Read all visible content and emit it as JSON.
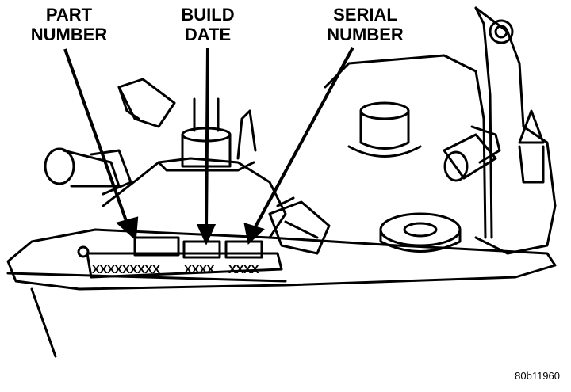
{
  "callouts": {
    "part_number": {
      "line1": "PART",
      "line2": "NUMBER"
    },
    "build_date": {
      "line1": "BUILD",
      "line2": "DATE"
    },
    "serial_number": {
      "line1": "SERIAL",
      "line2": "NUMBER"
    }
  },
  "stamp_codes": {
    "part_number": "XXXXXXXXX",
    "build_date": "XXXX",
    "serial_number": "XXXX"
  },
  "figure_id": "80b11960"
}
